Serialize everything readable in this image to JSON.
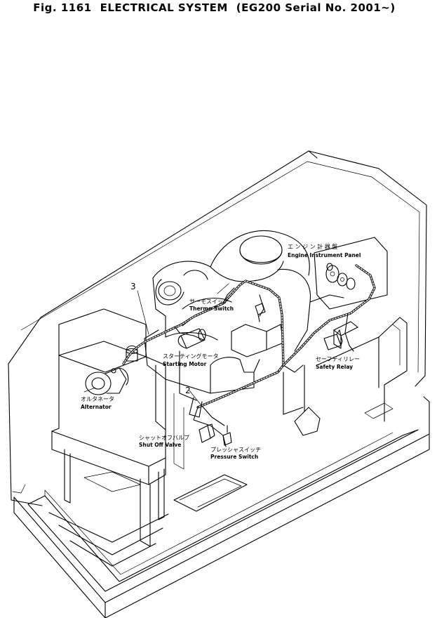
{
  "title": {
    "fig": "Fig. 1161",
    "name": "ELECTRICAL SYSTEM",
    "model": "(EG200 Serial No. 2001~)"
  },
  "labels": {
    "engine_panel": {
      "jp": "エ ン ジ ン 計 器 盤",
      "en": "Engine Instrument Panel"
    },
    "thermo_switch": {
      "jp": "サーモスイッチ",
      "en": "Thermo Switch"
    },
    "starting_motor": {
      "jp": "スターティングモータ",
      "en": "Starting Motor"
    },
    "safety_relay": {
      "jp": "セーフティリレー",
      "en": "Safety Relay"
    },
    "alternator": {
      "jp": "オルタネータ",
      "en": "Alternator"
    },
    "shut_off_valve": {
      "jp": "シャットオフバルブ",
      "en": "Shut Off Valve"
    },
    "pressure_switch": {
      "jp": "プレッシャスイッチ",
      "en": "Pressure Switch"
    }
  },
  "callouts": {
    "harness_2": "2",
    "harness_3": "3"
  }
}
